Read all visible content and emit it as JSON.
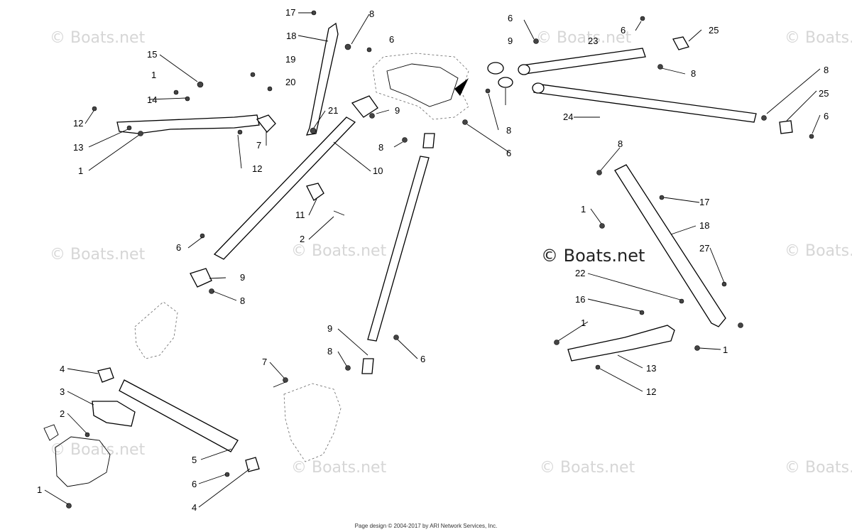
{
  "watermarks": [
    "© Boats.net",
    "© Boats.net",
    "© Boats.net",
    "© Boats.net",
    "© Boats.net",
    "© Boats.net",
    "© Boats.net",
    "© Boats.net",
    "© Boats.net",
    "© Boats.net"
  ],
  "center_watermark": "© Boats.net",
  "footer": "Page design © 2004-2017 by ARI Network Services, Inc.",
  "callouts": [
    {
      "label": "17"
    },
    {
      "label": "8"
    },
    {
      "label": "18"
    },
    {
      "label": "6"
    },
    {
      "label": "15"
    },
    {
      "label": "19"
    },
    {
      "label": "20"
    },
    {
      "label": "1"
    },
    {
      "label": "14"
    },
    {
      "label": "12"
    },
    {
      "label": "13"
    },
    {
      "label": "1"
    },
    {
      "label": "7"
    },
    {
      "label": "12"
    },
    {
      "label": "21"
    },
    {
      "label": "9"
    },
    {
      "label": "8"
    },
    {
      "label": "10"
    },
    {
      "label": "11"
    },
    {
      "label": "2"
    },
    {
      "label": "6"
    },
    {
      "label": "9"
    },
    {
      "label": "8"
    },
    {
      "label": "6"
    },
    {
      "label": "9"
    },
    {
      "label": "8"
    },
    {
      "label": "9"
    },
    {
      "label": "8"
    },
    {
      "label": "6"
    },
    {
      "label": "6"
    },
    {
      "label": "23"
    },
    {
      "label": "6"
    },
    {
      "label": "25"
    },
    {
      "label": "8"
    },
    {
      "label": "8"
    },
    {
      "label": "25"
    },
    {
      "label": "24"
    },
    {
      "label": "6"
    },
    {
      "label": "8"
    },
    {
      "label": "17"
    },
    {
      "label": "1"
    },
    {
      "label": "18"
    },
    {
      "label": "27"
    },
    {
      "label": "22"
    },
    {
      "label": "16"
    },
    {
      "label": "1"
    },
    {
      "label": "1"
    },
    {
      "label": "13"
    },
    {
      "label": "12"
    },
    {
      "label": "4"
    },
    {
      "label": "3"
    },
    {
      "label": "2"
    },
    {
      "label": "1"
    },
    {
      "label": "5"
    },
    {
      "label": "6"
    },
    {
      "label": "4"
    },
    {
      "label": "7"
    },
    {
      "label": "6"
    }
  ]
}
